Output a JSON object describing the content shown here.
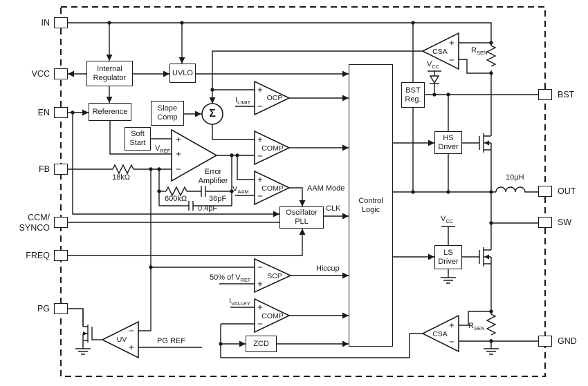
{
  "symbols": {
    "plus": "+",
    "minus": "−",
    "sigma": "Σ"
  },
  "pins_left": {
    "in": "IN",
    "vcc": "VCC",
    "en": "EN",
    "fb": "FB",
    "ccm_line1": "CCM/",
    "ccm_line2": "SYNCO",
    "freq": "FREQ",
    "pg": "PG"
  },
  "pins_right": {
    "bst": "BST",
    "out": "OUT",
    "sw": "SW",
    "gnd": "GND"
  },
  "blocks": {
    "internal_regulator": "Internal Regulator",
    "uvlo": "UVLO",
    "reference": "Reference",
    "slope_comp": "Slope Comp",
    "soft_start": "Soft Start",
    "oscillator_pll": "Oscillator PLL",
    "control_logic": "Control Logic",
    "bst_reg": "BST Reg.",
    "hs_driver": "HS Driver",
    "ls_driver": "LS Driver",
    "zcd": "ZCD"
  },
  "amps": {
    "error_amplifier": "Error Amplifier",
    "ocp": "OCP",
    "comp": "COMP",
    "scp": "SCP",
    "csa": "CSA",
    "uv": "UV"
  },
  "signals": {
    "aam_mode": "AAM Mode",
    "clk": "CLK",
    "hiccup": "Hiccup",
    "pg_ref": "PG REF"
  },
  "refs": {
    "vref": {
      "base": "V",
      "sub": "REF"
    },
    "vaam": {
      "base": "V",
      "sub": "AAM"
    },
    "ilimit": {
      "base": "I",
      "sub": "LIMIT"
    },
    "ivalley": {
      "base": "I",
      "sub": "VALLEY"
    },
    "scp_ref": {
      "base": "50% of V",
      "sub": "REF"
    },
    "rsen": {
      "base": "R",
      "sub": "SEN"
    },
    "vcc": {
      "base": "V",
      "sub": "CC"
    }
  },
  "components": {
    "r_fb": "18kΩ",
    "r_comp": "600kΩ",
    "c_comp": "36pF",
    "c_hf": "0.4pF",
    "inductor": "10µH"
  }
}
